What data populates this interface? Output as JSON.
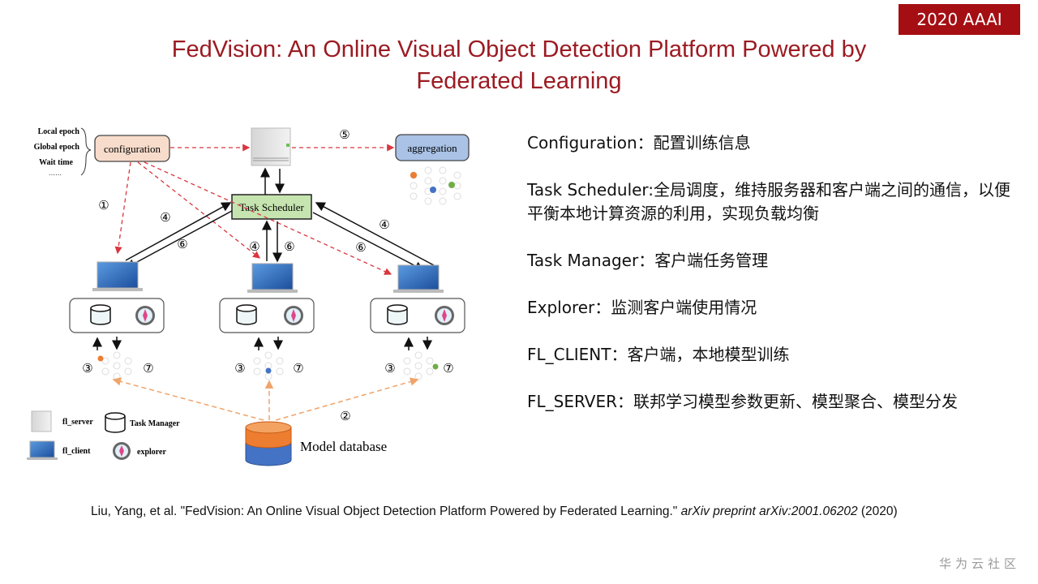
{
  "badge": "2020 AAAI",
  "title": {
    "line1": "FedVision: An Online Visual Object Detection Platform Powered by",
    "line2": "Federated Learning"
  },
  "diagram": {
    "config_params": [
      "Local epoch",
      "Global epoch",
      "Wait time",
      "……"
    ],
    "configuration_label": "configuration",
    "aggregation_label": "aggregation",
    "task_scheduler_label": "Task Scheduler",
    "step_labels": {
      "s1": "①",
      "s2": "②",
      "s3": "③",
      "s4": "④",
      "s5": "⑤",
      "s6": "⑥",
      "s7": "⑦"
    },
    "model_database_label": "Model database",
    "legend": {
      "fl_server": "fl_server",
      "task_manager": "Task Manager",
      "fl_client": "fl_client",
      "explorer": "explorer"
    },
    "colors": {
      "config_fill": "#f8dccb",
      "aggregation_fill": "#a9c2e6",
      "scheduler_fill": "#c6e4b0",
      "dashed_red": "#d9363e",
      "dashed_orange": "#f0a46a",
      "db_orange": "#ed7d31",
      "db_blue": "#4472c4"
    }
  },
  "descriptions": [
    {
      "term": "Configuration",
      "sep": "：",
      "text": "配置训练信息"
    },
    {
      "term": "Task Scheduler",
      "sep": ":",
      "text": "全局调度，维持服务器和客户端之间的通信，以便平衡本地计算资源的利用，实现负载均衡"
    },
    {
      "term": "Task Manager",
      "sep": "：",
      "text": "客户端任务管理"
    },
    {
      "term": "Explorer",
      "sep": "：",
      "text": "监测客户端使用情况"
    },
    {
      "term": "FL_CLIENT",
      "sep": "：",
      "text": "客户端，本地模型训练"
    },
    {
      "term": "FL_SERVER",
      "sep": "：",
      "text": "联邦学习模型参数更新、模型聚合、模型分发"
    }
  ],
  "citation": {
    "main": "Liu, Yang, et al. \"FedVision: An Online Visual Object Detection Platform Powered by Federated Learning.\" ",
    "venue": "arXiv preprint arXiv:2001.06202",
    "year": " (2020)"
  },
  "footer": "华为云社区"
}
